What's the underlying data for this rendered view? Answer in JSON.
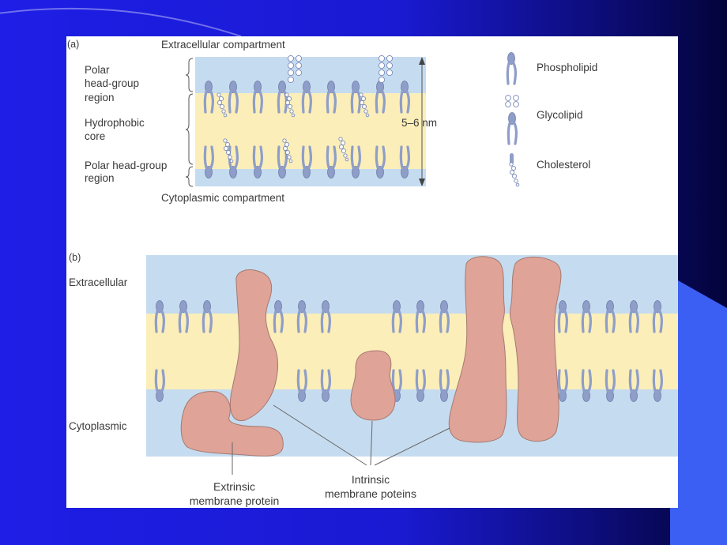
{
  "panel_a": {
    "letter": "(a)",
    "top_label": "Extracellular compartment",
    "bottom_label": "Cytoplasmic compartment",
    "region_labels": [
      "Polar",
      "head-group",
      "region",
      "Hydrophobic",
      "core",
      "Polar head-group",
      "region"
    ],
    "thickness_label": "5–6 nm",
    "legend": [
      "Phospholipid",
      "Glycolipid",
      "Cholesterol"
    ]
  },
  "panel_b": {
    "letter": "(b)",
    "side_labels": [
      "Extracellular",
      "Cytoplasmic"
    ],
    "extrinsic_label": [
      "Extrinsic",
      "membrane protein"
    ],
    "intrinsic_label": [
      "Intrinsic",
      "membrane poteins"
    ]
  },
  "colors": {
    "slide_blue": "#1e1ee6",
    "slide_dark": "#03033a",
    "aqueous": "#c5dcf0",
    "core": "#fbeeb8",
    "lipid": "#8f9ec8",
    "protein": "#dfa397"
  }
}
